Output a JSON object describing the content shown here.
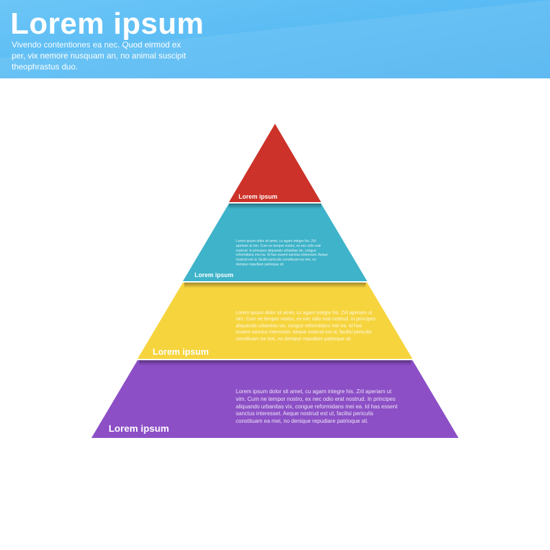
{
  "header": {
    "title": "Lorem ipsum",
    "subtitle": "Vivendo contentiones ea nec. Quod eirmod ex per, vix nemore nusquam an, no animal suscipit theophrastus duo."
  },
  "pyramid": {
    "levels": [
      {
        "label": "Lorem ipsum",
        "color": "#cc3229"
      },
      {
        "label": "Lorem ipsum",
        "color": "#3eb3c9",
        "body": "Lorem ipsum dolor sit amet, cu agam integre his. Zril aperiam ut vim. Cum ne tempor nostro, ex nec odio erat nostrud. In principes aliquando urbanitas vix, congue reformidans mei ea. Id has essent sanctus interesset. Aeque nostrud est ut, facilisi periculis constituam ea mei, no denique repudiare patrioque sit."
      },
      {
        "label": "Lorem ipsum",
        "color": "#f6d43e",
        "body": "Lorem ipsum dolor sit amet, cu agam integre his. Zril aperiam ut vim. Cum ne tempor nostro, ex nec odio erat nostrud. In principes aliquando urbanitas vix, congue reformidans mei ea. Id has essent sanctus interesset. Aeque nostrud est ut, facilisi periculis constituam ea mei, no denique repudiare patrioque sit."
      },
      {
        "label": "Lorem ipsum",
        "color": "#8c4fc6",
        "body": "Lorem ipsum dolor sit amet, cu agam integre his. Zril aperiam ut vim. Cum ne tempor nostro, ex nec odio erat nostrud. In principes aliquando urbanitas vix, congue reformidans mei ea. Id has essent sanctus interesset. Aeque nostrud est ut, facilisi periculis constituam ea mei, no denique repudiare patrioque sit."
      }
    ]
  }
}
